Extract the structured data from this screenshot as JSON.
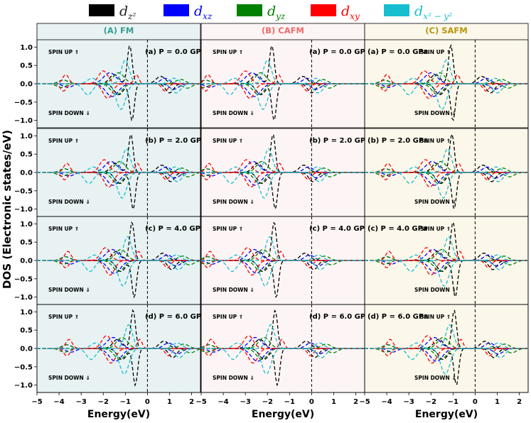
{
  "chart_data": {
    "type": "line",
    "legend": {
      "placement": "top",
      "entries": [
        {
          "label": "d",
          "sub": "z²",
          "color": "#000000"
        },
        {
          "label": "d",
          "sub": "xz",
          "color": "#0000ff"
        },
        {
          "label": "d",
          "sub": "yz",
          "color": "#008000"
        },
        {
          "label": "d",
          "sub": "xy",
          "color": "#ff0000"
        },
        {
          "label": "d",
          "sub": "x² − y²",
          "color": "#17becf"
        }
      ]
    },
    "ylabel": "DOS (Electronic states/eV)",
    "xlabel": "Energy(eV)",
    "xlim": [
      -5,
      2.4
    ],
    "ylim": [
      -1.2,
      1.2
    ],
    "xticks": [
      "−5",
      "−4",
      "−3",
      "−2",
      "−1",
      "0",
      "1",
      "2"
    ],
    "yticks": [
      "1.0",
      "0.5",
      "0.0",
      "−0.5",
      "−1.0"
    ],
    "fermi_level": 0,
    "spin_up_label": "SPIN UP ⇑",
    "spin_down_label": "SPIN DOWN ⇓",
    "columns": [
      {
        "title": "(A) FM",
        "title_color": "#3a9e8e",
        "bg": "#e8f2f3",
        "peak_shift": 0.0
      },
      {
        "title": "(B) CAFM",
        "title_color": "#f06a6a",
        "bg": "#fdf5f5",
        "peak_shift": -1.0
      },
      {
        "title": "(C) SAFM",
        "title_color": "#b8960c",
        "bg": "#fbf7ea",
        "peak_shift": -0.3
      }
    ],
    "rows": [
      {
        "label": "(a) P = 0.0 GPa"
      },
      {
        "label": "(b) P = 2.0 GPa"
      },
      {
        "label": "(c) P = 4.0 GPa"
      },
      {
        "label": "(d) P = 6.0 GPa"
      }
    ],
    "series_peaks": [
      {
        "orbital": "dz2",
        "color": "#000000",
        "up": [
          [
            -0.8,
            1.05,
            0.15
          ],
          [
            -1.5,
            0.25,
            0.3
          ],
          [
            0.6,
            0.2,
            0.3
          ]
        ],
        "down": [
          [
            -0.7,
            1.0,
            0.15
          ],
          [
            -1.3,
            0.3,
            0.3
          ],
          [
            1.0,
            0.25,
            0.25
          ]
        ]
      },
      {
        "orbital": "dxz",
        "color": "#0000ff",
        "up": [
          [
            -1.7,
            0.3,
            0.4
          ],
          [
            -3.8,
            0.1,
            0.3
          ],
          [
            0.8,
            0.15,
            0.3
          ]
        ],
        "down": [
          [
            -1.6,
            0.35,
            0.4
          ],
          [
            -3.6,
            0.1,
            0.3
          ],
          [
            1.2,
            0.15,
            0.3
          ]
        ]
      },
      {
        "orbital": "dyz",
        "color": "#008000",
        "up": [
          [
            -1.3,
            0.3,
            0.35
          ],
          [
            -3.8,
            0.1,
            0.3
          ],
          [
            1.5,
            0.12,
            0.3
          ]
        ],
        "down": [
          [
            -1.4,
            0.3,
            0.35
          ],
          [
            -3.9,
            0.1,
            0.3
          ],
          [
            1.8,
            0.12,
            0.3
          ]
        ]
      },
      {
        "orbital": "dxy",
        "color": "#ff0000",
        "up": [
          [
            -2.0,
            0.35,
            0.3
          ],
          [
            -3.7,
            0.25,
            0.2
          ],
          [
            -0.5,
            0.25,
            0.15
          ]
        ],
        "down": [
          [
            -1.8,
            0.4,
            0.3
          ],
          [
            -3.8,
            0.2,
            0.2
          ],
          [
            0.8,
            0.2,
            0.2
          ]
        ]
      },
      {
        "orbital": "dx2-y2",
        "color": "#17becf",
        "up": [
          [
            -1.0,
            0.65,
            0.25
          ],
          [
            -2.5,
            0.15,
            0.3
          ],
          [
            1.2,
            0.15,
            0.3
          ]
        ],
        "down": [
          [
            -1.2,
            0.7,
            0.3
          ],
          [
            -2.7,
            0.3,
            0.3
          ],
          [
            1.3,
            0.25,
            0.3
          ]
        ]
      }
    ]
  }
}
